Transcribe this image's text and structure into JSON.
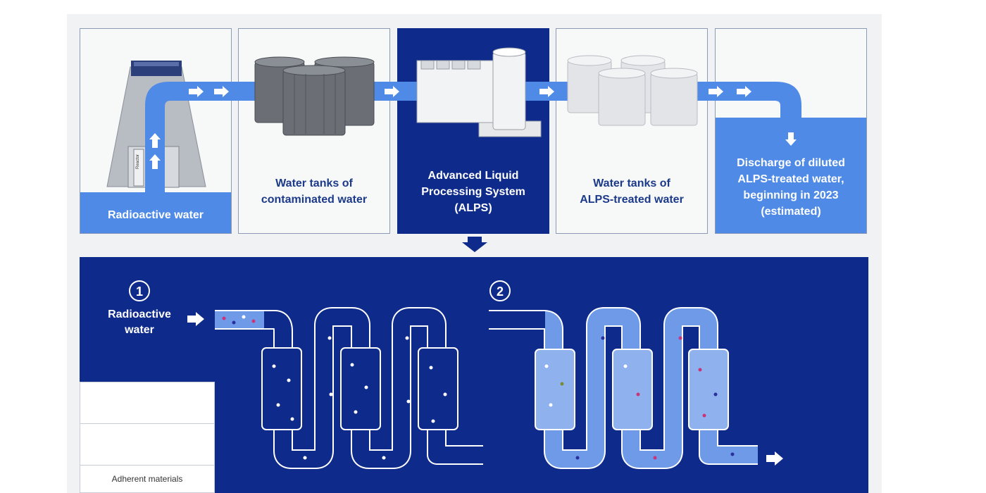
{
  "stages": [
    {
      "id": "reactor",
      "label": "Radioactive water",
      "reactor_tag": "Reactor"
    },
    {
      "id": "contaminated-tanks",
      "label_line1": "Water tanks of",
      "label_line2": "contaminated water"
    },
    {
      "id": "alps",
      "label_line1": "Advanced Liquid",
      "label_line2": "Processing System",
      "label_line3": "(ALPS)"
    },
    {
      "id": "treated-tanks",
      "label_line1": "Water tanks of",
      "label_line2": "ALPS-treated water"
    },
    {
      "id": "discharge",
      "label_line1": "Discharge of diluted",
      "label_line2": "ALPS-treated water,",
      "label_line3": "beginning in 2023",
      "label_line4": "(estimated)"
    }
  ],
  "detail": {
    "step1_number": "1",
    "step2_number": "2",
    "input_label_line1": "Radioactive",
    "input_label_line2": "water",
    "legend_text": "Adherent materials"
  },
  "colors": {
    "navy": "#0e2a8a",
    "pipe": "#4f8ae6",
    "text_blue": "#1c3a8a",
    "tank_gray": "#6b6f75",
    "tank_white": "#e6e8ea"
  }
}
